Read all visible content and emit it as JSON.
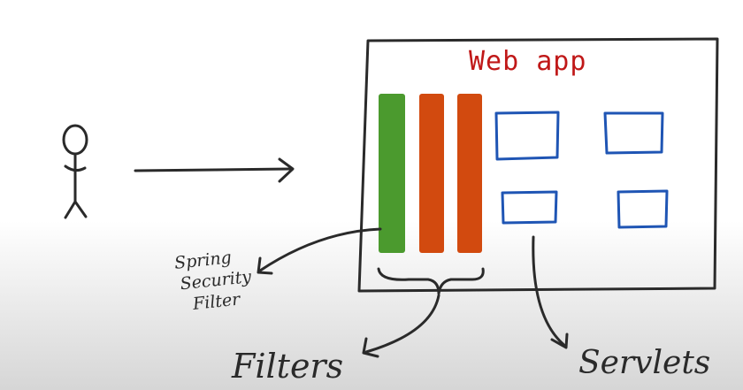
{
  "diagram": {
    "webapp_title": "Web app",
    "spring_filter_label": [
      "Spring",
      "Security",
      "Filter"
    ],
    "filters_label": "Filters",
    "servlets_label": "Servlets"
  },
  "colors": {
    "webapp_title": "#c01818",
    "spring_filter": "#4b9a2e",
    "filter": "#d24a0f",
    "servlet_box": "#1f55b4",
    "ink": "#2a2a2a"
  },
  "icons": [
    "stick-figure-user-icon",
    "request-arrow-icon"
  ]
}
